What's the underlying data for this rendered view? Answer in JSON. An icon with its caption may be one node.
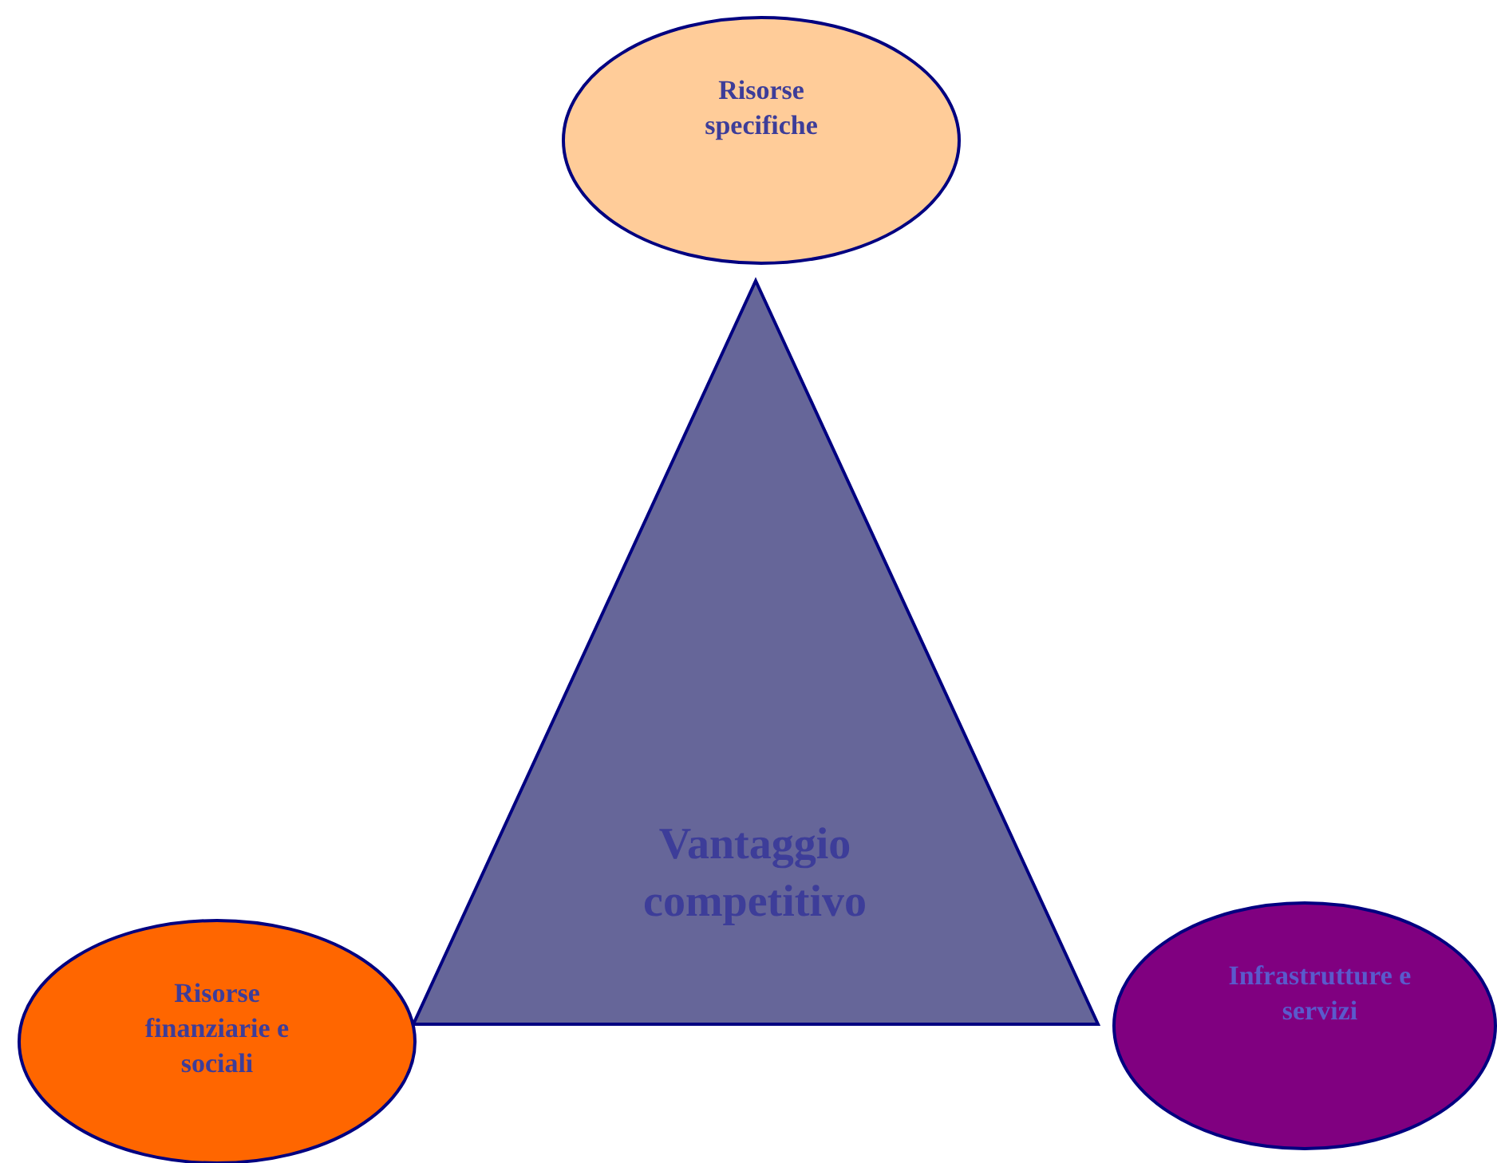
{
  "diagram": {
    "nodes": [
      {
        "text": [
          "Risorse specifiche"
        ]
      },
      {
        "text": [
          "Vantaggio competitivo"
        ]
      },
      {
        "text": [
          "Risorse finanziarie e sociali"
        ]
      },
      {
        "text": [
          "Infrastrutture e servizi"
        ]
      }
    ]
  }
}
